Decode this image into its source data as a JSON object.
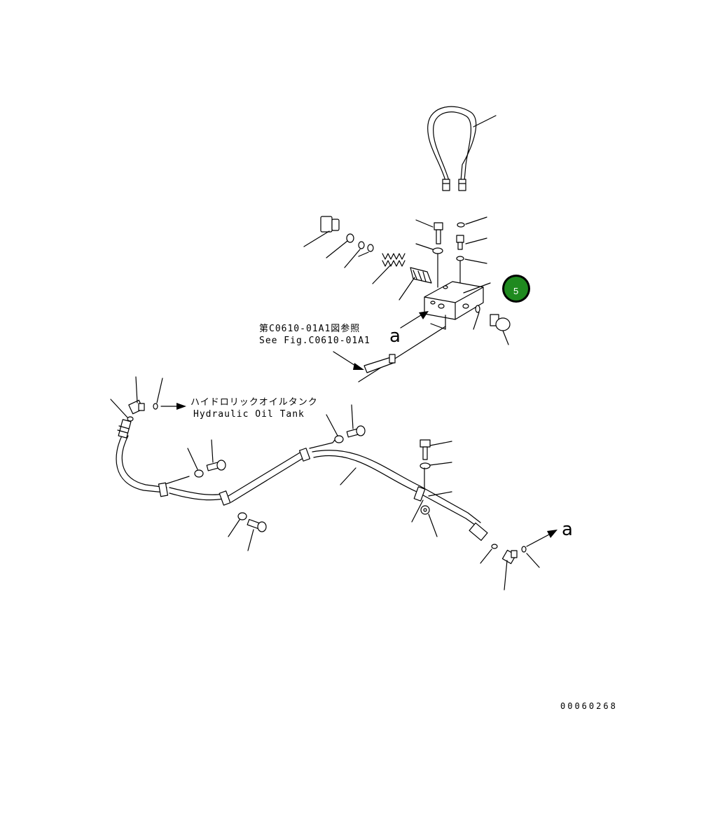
{
  "callouts": {
    "ref_ja": "第C0610-01A1図参照",
    "ref_en": "See Fig.C0610-01A1",
    "tank_ja": "ハイドロリックオイルタンク",
    "tank_en": "Hydraulic Oil Tank",
    "label_a_upper": "a",
    "label_a_lower": "a"
  },
  "badge": {
    "number": "5",
    "fill_color": "#1f8a1f",
    "ring_color": "#000000"
  },
  "drawing_number": "00060268"
}
